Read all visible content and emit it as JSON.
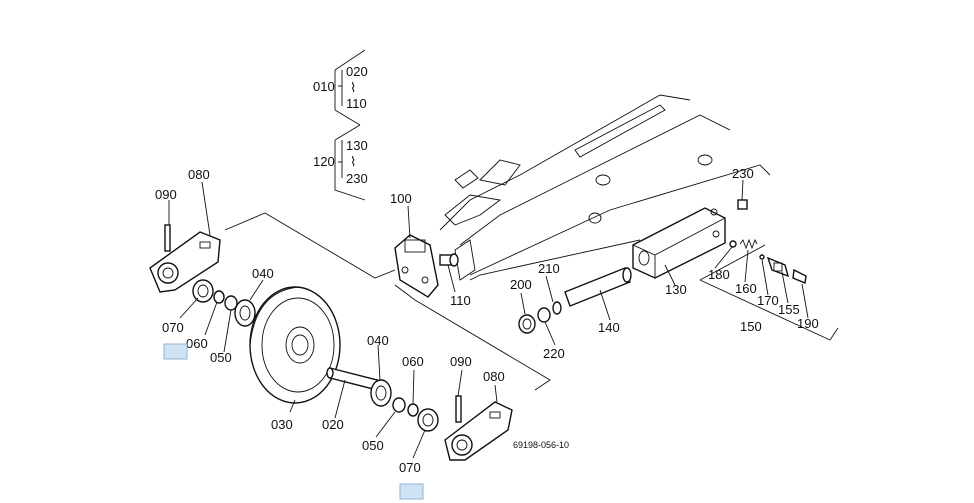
{
  "drawing_code": "69198-056-10",
  "callouts": {
    "p010": "010",
    "p020_top": "020",
    "p110_top": "110",
    "wave": "⌇",
    "p120": "120",
    "p130_top": "130",
    "p230_top": "230",
    "p090_left": "090",
    "p080_left": "080",
    "p040_upper": "040",
    "p070_left": "070",
    "p060_left": "060",
    "p050_left": "050",
    "p100": "100",
    "p110": "110",
    "p200": "200",
    "p210": "210",
    "p220": "220",
    "p140": "140",
    "p130": "130",
    "p230": "230",
    "p180": "180",
    "p160": "160",
    "p170": "170",
    "p155": "155",
    "p150": "150",
    "p190": "190",
    "p040_lower": "040",
    "p060_right": "060",
    "p090_right": "090",
    "p080_right": "080",
    "p030": "030",
    "p020": "020",
    "p050_right": "050",
    "p070_right": "070"
  },
  "colors": {
    "highlight_fill": "#cfe3f5",
    "highlight_border": "#8fb3d6",
    "line": "#111111"
  }
}
